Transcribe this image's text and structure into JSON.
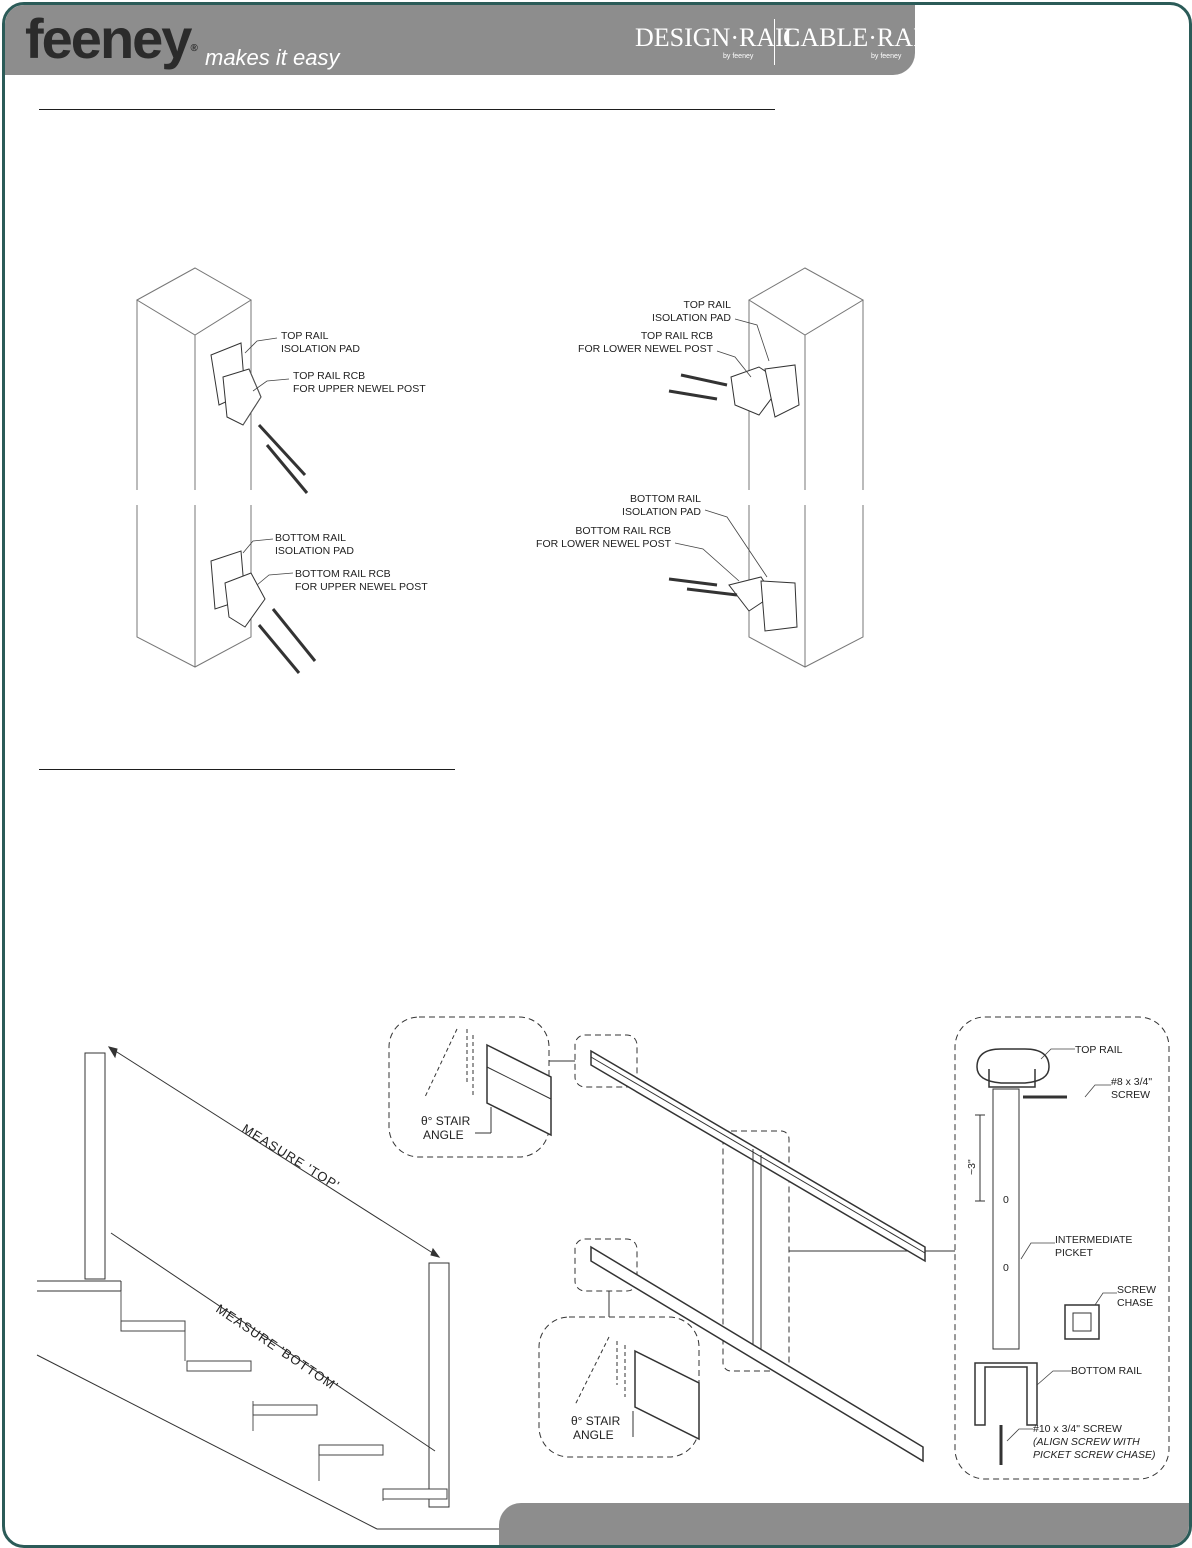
{
  "header": {
    "logo": "feeney",
    "tagline": "makes it easy",
    "brand_design": "DESIGN·RAIL",
    "brand_cable": "CABLE·RAIL",
    "brand_sub": "by feeney"
  },
  "figure1": {
    "labels": {
      "top_pad_upper": [
        "TOP RAIL",
        "ISOLATION PAD"
      ],
      "top_rcb_upper": [
        "TOP RAIL RCB",
        "FOR UPPER NEWEL POST"
      ],
      "bottom_pad_upper": [
        "BOTTOM RAIL",
        "ISOLATION PAD"
      ],
      "bottom_rcb_upper": [
        "BOTTOM RAIL RCB",
        "FOR UPPER NEWEL POST"
      ],
      "top_pad_lower": [
        "TOP RAIL",
        "ISOLATION PAD"
      ],
      "top_rcb_lower": [
        "TOP RAIL RCB",
        "FOR LOWER NEWEL POST"
      ],
      "bottom_pad_lower": [
        "BOTTOM RAIL",
        "ISOLATION PAD"
      ],
      "bottom_rcb_lower": [
        "BOTTOM RAIL RCB",
        "FOR LOWER NEWEL POST"
      ]
    }
  },
  "figure2": {
    "measure_top": "MEASURE 'TOP'",
    "measure_bottom": "MEASURE 'BOTTOM'",
    "stair_angle": [
      "θ° STAIR",
      "ANGLE"
    ],
    "section": {
      "top_rail": "TOP RAIL",
      "screw8": [
        "#8 x 3/4\"",
        "SCREW"
      ],
      "dim3": "~3\"",
      "intermediate": [
        "INTERMEDIATE",
        "PICKET"
      ],
      "chase": [
        "SCREW",
        "CHASE"
      ],
      "bottom_rail": "BOTTOM RAIL",
      "screw10": "#10 x 3/4\" SCREW",
      "align_note": [
        "(ALIGN SCREW WITH",
        "PICKET SCREW CHASE)"
      ]
    }
  }
}
